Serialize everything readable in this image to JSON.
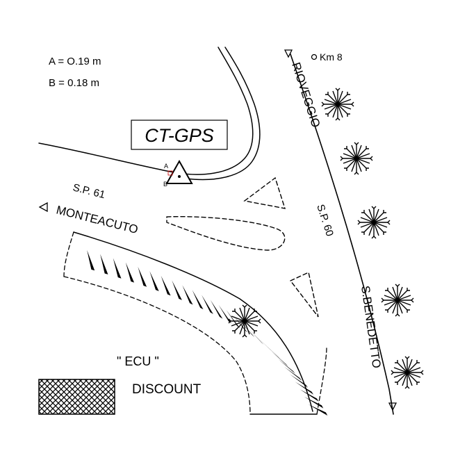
{
  "legend": {
    "a_label": "A = O.19 m",
    "b_label": "B = 0.18 m"
  },
  "station": {
    "name": "CT-GPS",
    "marker_a": "A",
    "marker_b": "B"
  },
  "roads": {
    "sp61_label": "S.P. 61",
    "monteacuto_label": "MONTEACUTO",
    "sp60_label": "S.P. 60",
    "rioveggio_label": "RIOVEGGIO",
    "sbenedetto_label": "S.BENEDETTO",
    "km_label": "Km 8"
  },
  "store": {
    "name": "\" ECU \"",
    "type": "DISCOUNT"
  },
  "icons": {
    "station": "triangle-station-icon",
    "direction": "direction-triangle-icon",
    "tree": "tree-icon",
    "hatched_area": "hatched-building-icon"
  },
  "colors": {
    "ink": "#000000",
    "background": "#ffffff"
  }
}
